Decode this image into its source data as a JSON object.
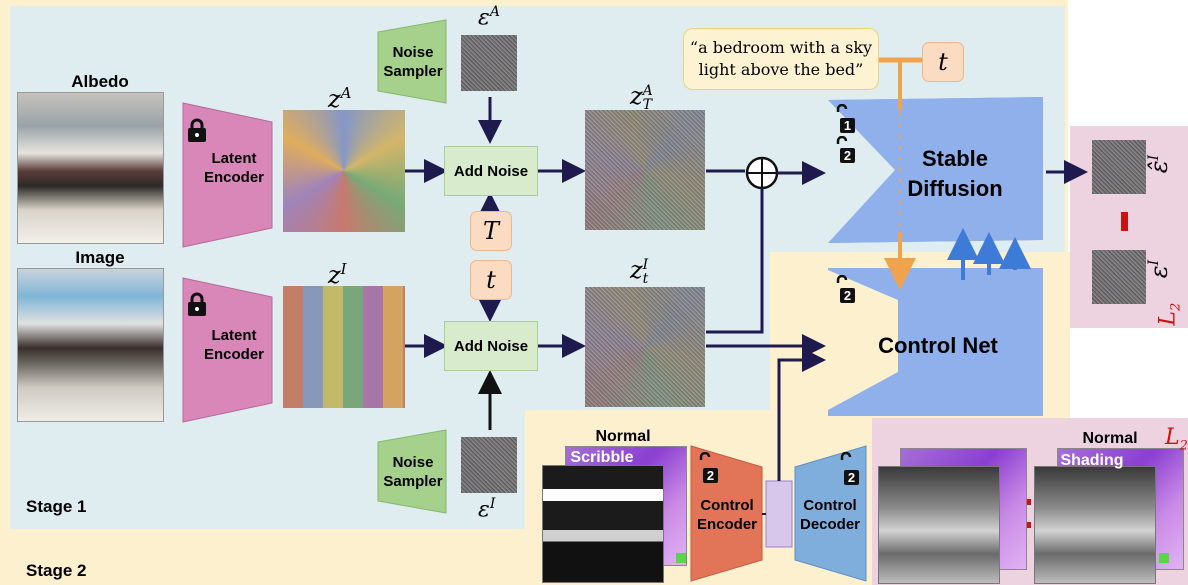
{
  "stages": {
    "stage1": "Stage 1",
    "stage2": "Stage 2"
  },
  "inputs": {
    "albedo": "Albedo",
    "image": "Image"
  },
  "encoders": {
    "latent_encoder": "Latent Encoder"
  },
  "latents": {
    "zA": "z",
    "zA_sup": "A",
    "zI": "z",
    "zI_sup": "I"
  },
  "noise_sampler": "Noise Sampler",
  "eps": {
    "A": "ε",
    "A_sup": "A",
    "I": "ε",
    "I_sup": "I"
  },
  "add_noise": "Add Noise",
  "timesteps": {
    "T": "T",
    "t": "t"
  },
  "noisy_latents": {
    "zTA": "z",
    "zTA_sup": "A",
    "zTA_sub": "T",
    "ztI": "z",
    "ztI_sup": "I",
    "ztI_sub": "t"
  },
  "prompt": "“a bedroom with a sky light above the bed”",
  "prompt_t": "t",
  "stable_diffusion": "Stable Diffusion",
  "control_net": "Control Net",
  "control_encoder": "Control Encoder",
  "control_decoder": "Control Decoder",
  "maps": {
    "normal_top": "Normal",
    "scribble": "Scribble",
    "normal_right": "Normal",
    "shading": "Shading"
  },
  "badges": {
    "one": "1",
    "two": "2"
  },
  "loss": {
    "eps_hat": "ε̂",
    "eps_hat_sup": "I",
    "eps_sub": "ε",
    "eps_sub_sup": "I",
    "L2": "L",
    "L2_sub": "2"
  },
  "colors": {
    "encoder": "#d987b8",
    "sampler": "#a6d18d",
    "sd": "#8fb0ea",
    "ctrl_enc": "#e27557",
    "ctrl_dec": "#7faedd",
    "arrow": "#1e1a4d",
    "orange": "#f0a34a",
    "blue": "#3d7bd6",
    "red": "#cc1111"
  }
}
